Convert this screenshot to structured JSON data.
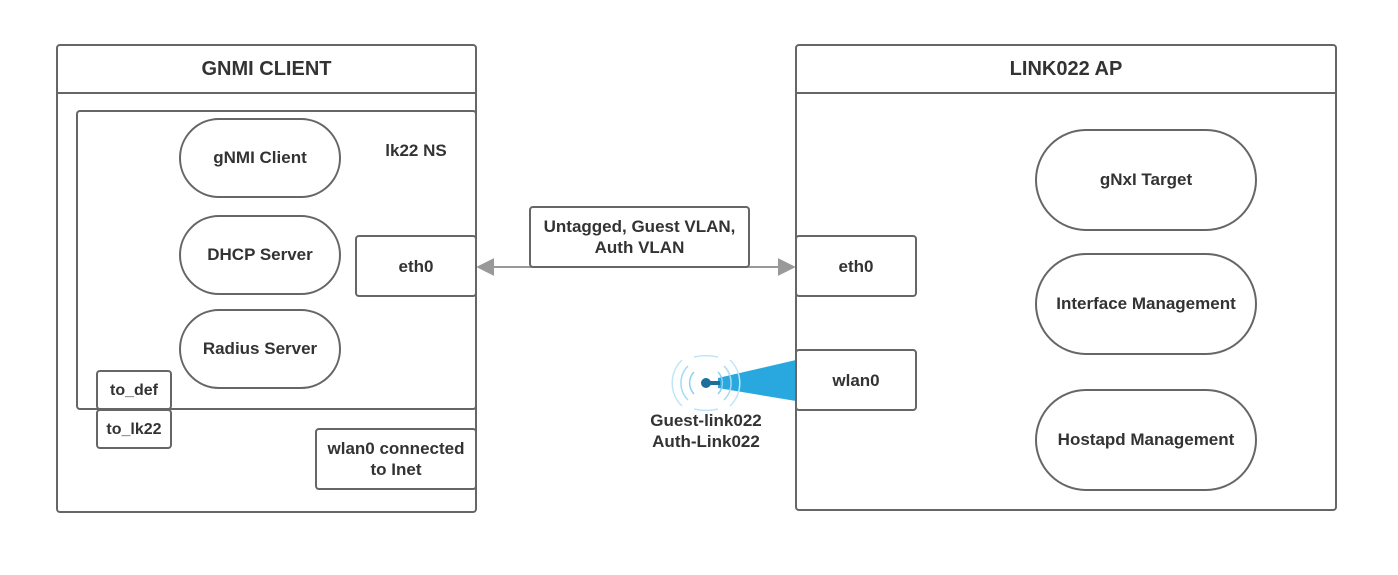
{
  "left_panel": {
    "title": "GNMI CLIENT",
    "namespace_label": "lk22 NS",
    "services": [
      "gNMI Client",
      "DHCP Server",
      "Radius Server"
    ],
    "eth_label": "eth0",
    "to_def_label": "to_def",
    "to_lk22_label": "to_lk22",
    "wlan_note": [
      "wlan0 connected",
      "to Inet"
    ]
  },
  "link": {
    "label": [
      "Untagged, Guest VLAN,",
      "Auth VLAN"
    ]
  },
  "wireless": {
    "ssids": [
      "Guest-link022",
      "Auth-Link022"
    ],
    "beam_color": "#29a8e0"
  },
  "right_panel": {
    "title": "LINK022 AP",
    "eth_label": "eth0",
    "wlan_label": "wlan0",
    "services": [
      "gNxI Target",
      "Interface Management",
      "Hostapd Management"
    ]
  },
  "colors": {
    "border": "#666666",
    "text": "#333333",
    "connector": "#999999"
  }
}
